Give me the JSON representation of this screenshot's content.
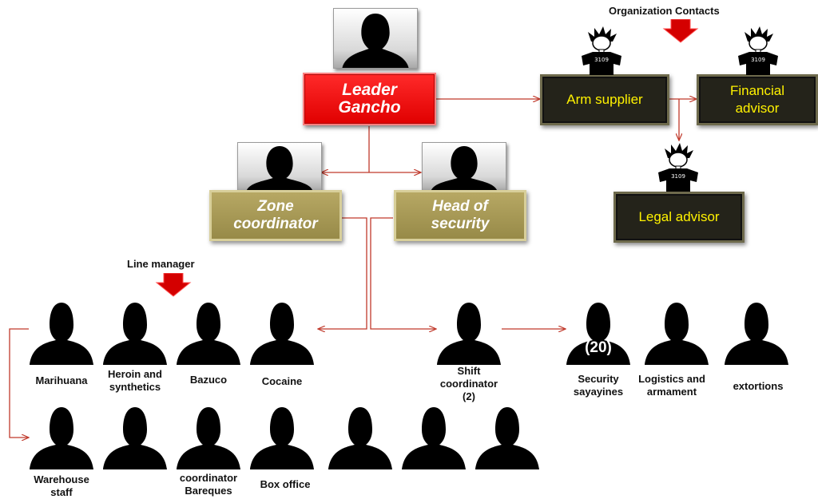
{
  "header": {
    "organization_contacts": "Organization Contacts",
    "line_manager": "Line manager"
  },
  "roles": {
    "leader": [
      "Leader",
      "Gancho"
    ],
    "zone_coordinator": [
      "Zone",
      "coordinator"
    ],
    "head_of_security": [
      "Head of",
      "security"
    ],
    "arm_supplier": "Arm supplier",
    "financial_advisor": [
      "Financial",
      "advisor"
    ],
    "legal_advisor": "Legal advisor"
  },
  "shirt_text": "3109",
  "line_manager_items": {
    "row1": [
      "Marihuana",
      [
        "Heroin and",
        "synthetics"
      ],
      "Bazuco",
      "Cocaine"
    ],
    "row2": [
      [
        "Warehouse",
        "staff"
      ],
      "",
      [
        "coordinator",
        "Bareques"
      ],
      "Box office"
    ]
  },
  "security_items": {
    "shift_coordinator": [
      "Shift",
      "coordinator",
      "(2)"
    ],
    "security_count": "(20)",
    "security_sayayines": [
      "Security",
      "sayayines"
    ],
    "logistics": [
      "Logistics and",
      "armament"
    ],
    "extortions": "extortions"
  },
  "colors": {
    "line": "#c0392b",
    "arrow": "#e00000",
    "red_box": "#e81010",
    "gold_box": "#a89a55",
    "dark_box": "#24231a",
    "yellow_text": "#fff200"
  }
}
